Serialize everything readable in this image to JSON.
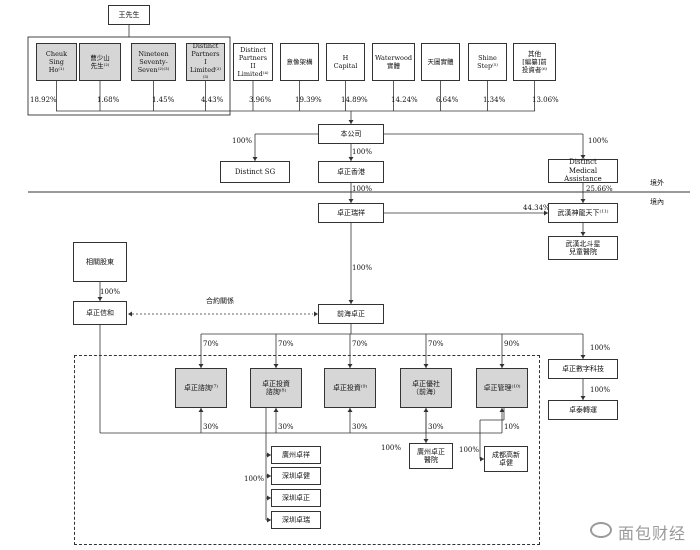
{
  "top_person": "王先生",
  "shareholders": [
    {
      "id": "sh-cheuk-sing-ho",
      "label": "Cheuk Sing\nHo⁽¹⁾",
      "pct": "18.92%"
    },
    {
      "id": "sh-cao-shaoshan",
      "label": "曹少山\n先生⁽²⁾",
      "pct": "1.68%"
    },
    {
      "id": "sh-nineteen-seventy-seven",
      "label": "Nineteen\nSeventy-Seven⁽²⁾⁽³⁾",
      "pct": "1.45%"
    },
    {
      "id": "sh-distinct-partners-1",
      "label": "Distinct\nPartners\nI Limited⁽²⁾⁽³⁾",
      "pct": "4.43%"
    },
    {
      "id": "sh-distinct-partners-2",
      "label": "Distinct\nPartners\nII Limited⁽⁴⁾",
      "pct": "3.96%"
    },
    {
      "id": "sh-yixiang-jiagou",
      "label": "意像架構",
      "pct": "19.39%"
    },
    {
      "id": "sh-h-capital",
      "label": "H\nCapital",
      "pct": "14.89%"
    },
    {
      "id": "sh-waterwood",
      "label": "Waterwood\n實體",
      "pct": "14.24%"
    },
    {
      "id": "sh-tiantu",
      "label": "天圖實體",
      "pct": "6.64%"
    },
    {
      "id": "sh-shine-step",
      "label": "Shine Step⁽⁵⁾",
      "pct": "1.34%"
    },
    {
      "id": "sh-other-preipo",
      "label": "其他\n[編纂]前\n投資者⁽⁶⁾",
      "pct": "13.06%"
    }
  ],
  "company": "本公司",
  "pct_to_distinct_sg": "100%",
  "pct_to_hk": "100%",
  "pct_to_dma": "100%",
  "distinct_sg": "Distinct SG",
  "zhuozheng_hk": "卓正香港",
  "distinct_medical": "Distinct\nMedical Assistance",
  "pct_hk_to_ruixiang": "100%",
  "pct_dma_to_wuhan": "25.66%",
  "overseas_label": "境外",
  "domestic_label": "境內",
  "zhuozheng_ruixiang": "卓正瑞祥",
  "pct_ruixiang_to_wuhan": "44.34%",
  "wuhan_shenneng": "武漢神龍天下⁽¹¹⁾",
  "wuhan_beidou": "武漢北斗星\n兒童醫院",
  "pct_ruixiang_to_qianhai": "100%",
  "related_shareholders": "相關股東",
  "pct_related_to_xinhe": "100%",
  "zhuozheng_xinhe": "卓正信和",
  "contract_label": "合約關係",
  "qianhai_zhuozheng": "前海卓正",
  "subsidiaries": [
    {
      "id": "sub-zhuozheng-consulting",
      "label": "卓正諮詢⁽⁷⁾",
      "pct": "70%"
    },
    {
      "id": "sub-zhuozheng-investment-consulting",
      "label": "卓正投資\n諮詢⁽⁸⁾",
      "pct": "70%"
    },
    {
      "id": "sub-zhuozheng-investment",
      "label": "卓正投資⁽⁹⁾",
      "pct": "70%"
    },
    {
      "id": "sub-zhuozheng-youshe",
      "label": "卓正優社\n（前海）",
      "pct": "70%"
    },
    {
      "id": "sub-zhuozheng-management",
      "label": "卓正管理⁽¹⁰⁾",
      "pct": "90%"
    }
  ],
  "xinhe_pcts": [
    "30%",
    "30%",
    "30%",
    "30%",
    "10%"
  ],
  "pct_qianhai_to_digital": "100%",
  "zhuozheng_digital": "卓正數字科技",
  "pct_digital_to_zhuotai": "100%",
  "zhuotai": "卓泰轉運",
  "consulting_pct": "100%",
  "consulting_children": [
    "廣州卓祥",
    "深圳卓健",
    "深圳卓正",
    "深圳卓瑞"
  ],
  "youshe_pct": "100%",
  "youshe_child": "廣州卓正\n醫院",
  "management_pct": "100%",
  "management_child": "成都高新\n卓健",
  "watermark": "面包财经"
}
